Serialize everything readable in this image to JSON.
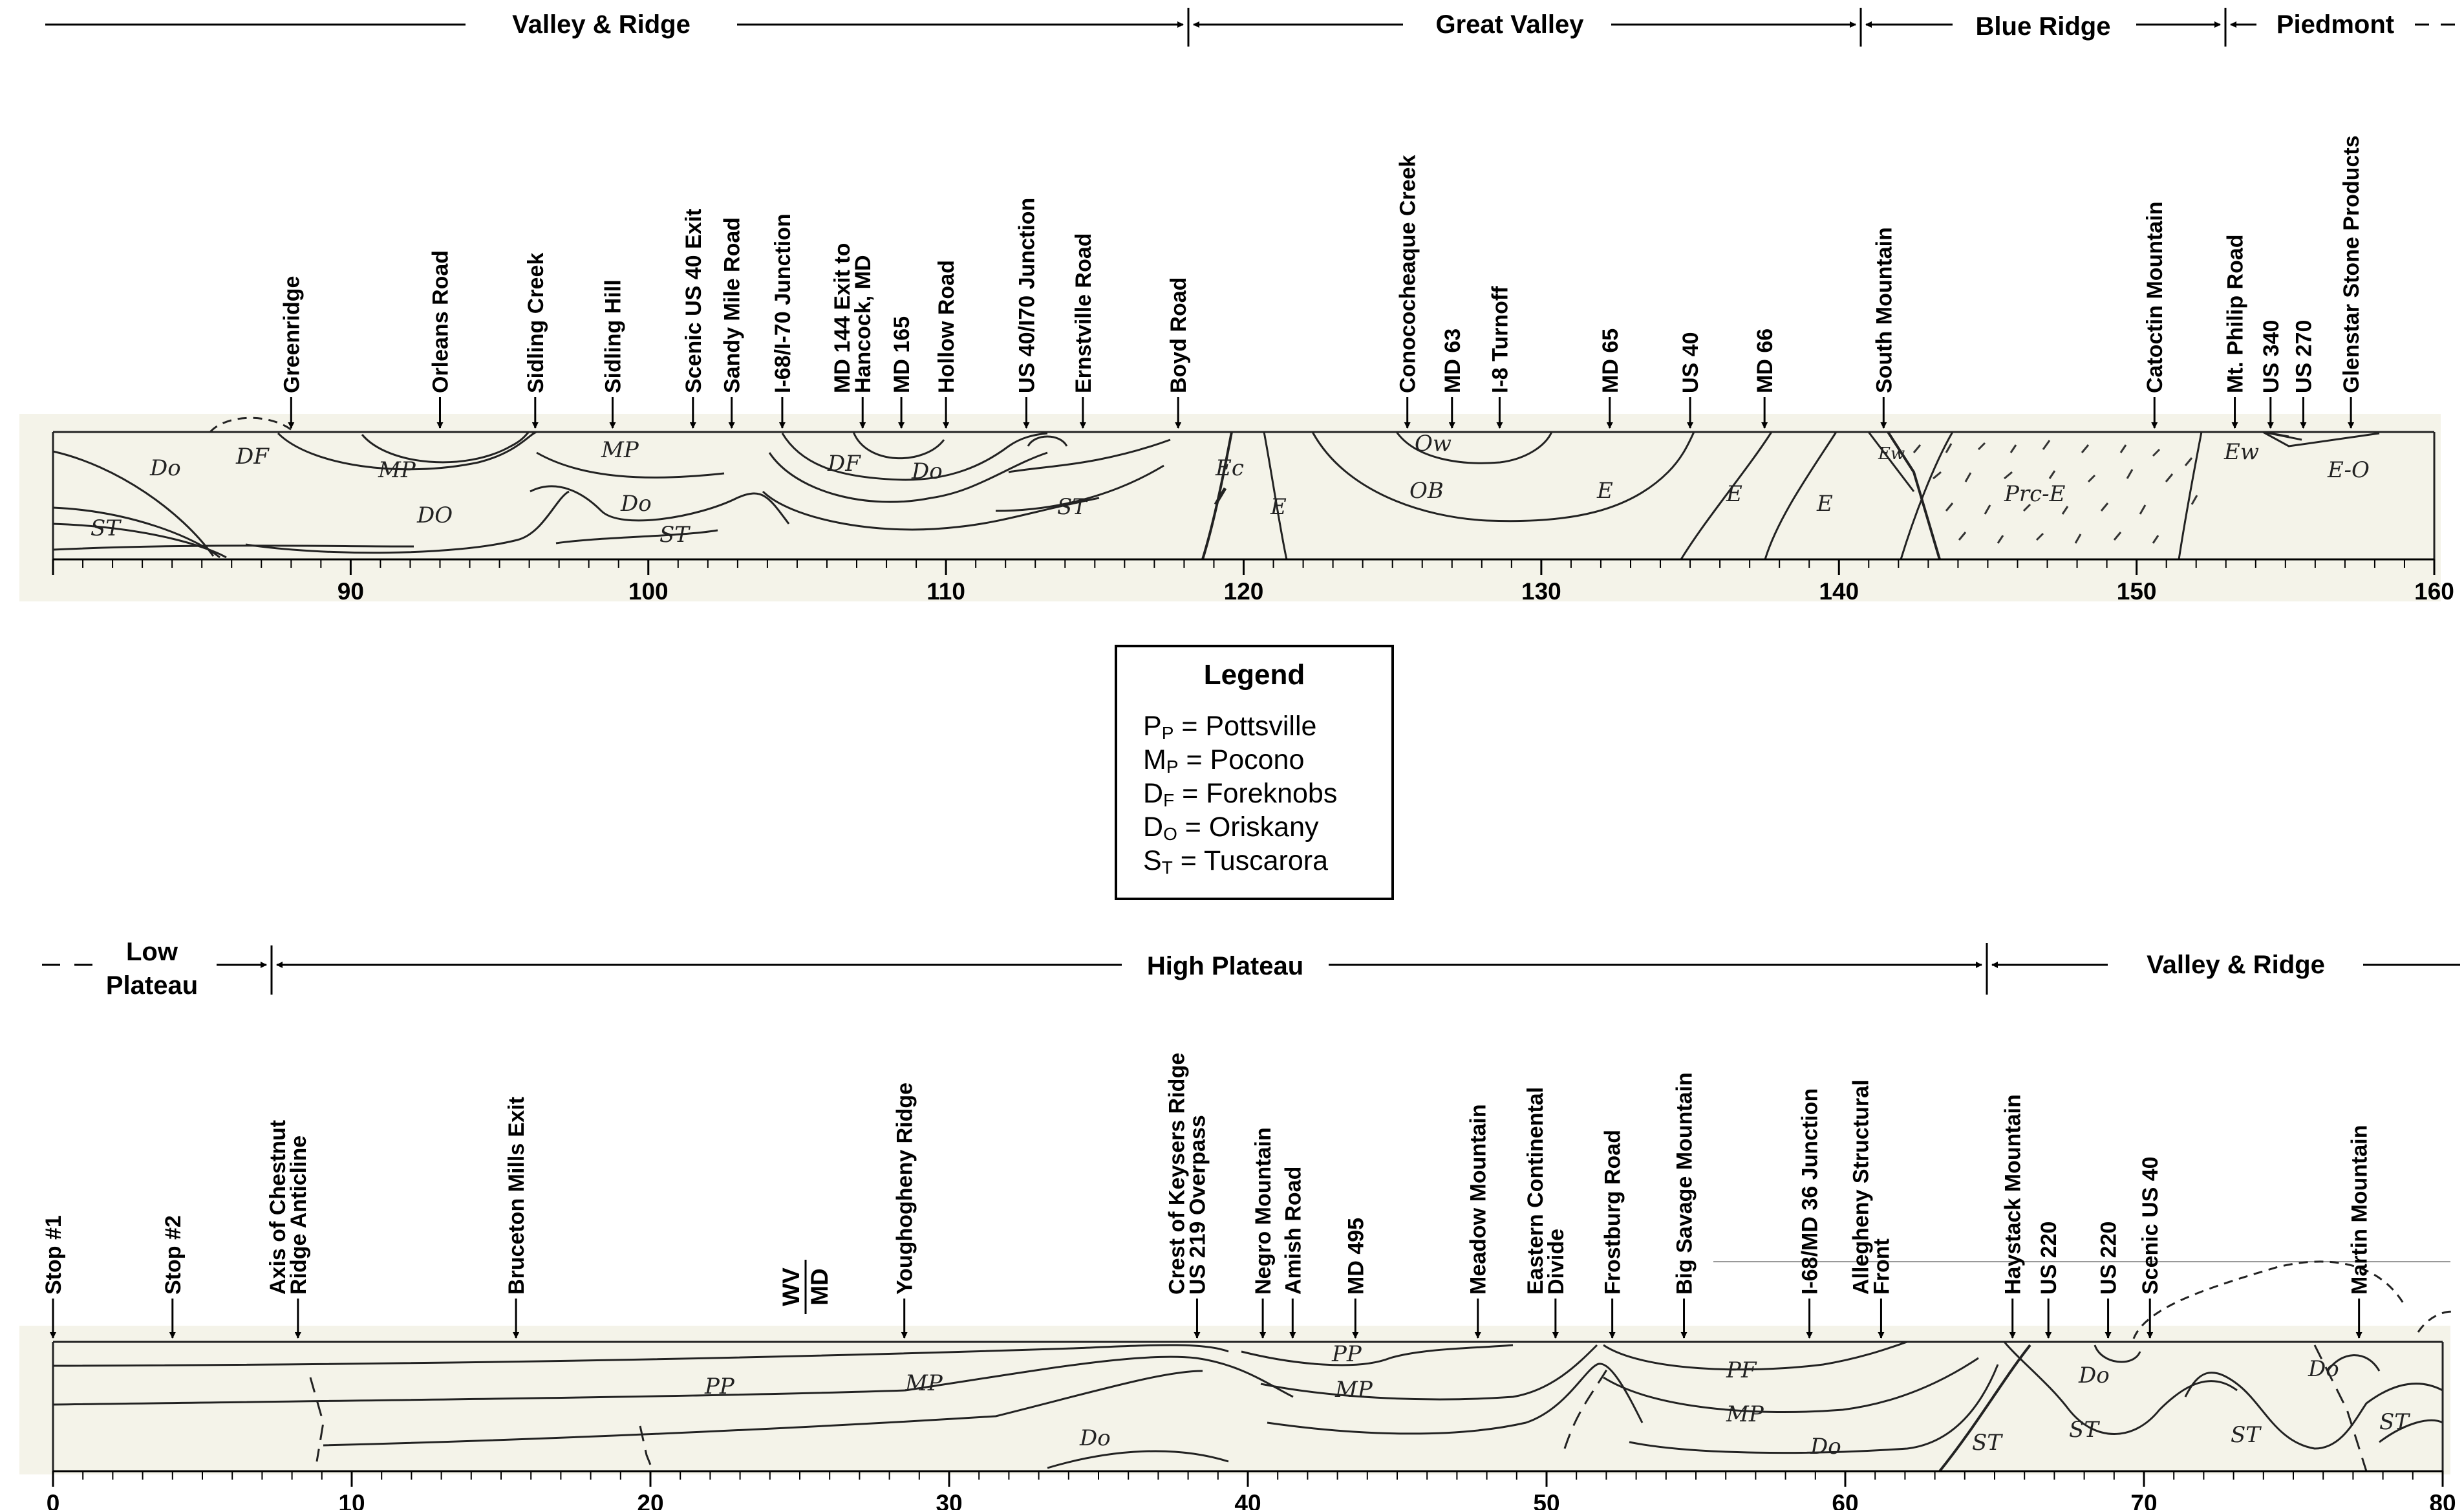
{
  "top_panel": {
    "provinces": [
      "Valley & Ridge",
      "Great Valley",
      "Blue Ridge",
      "Piedmont"
    ],
    "places": [
      {
        "label": "Greenridge",
        "mile": 88
      },
      {
        "label": "Orleans Road",
        "mile": 93
      },
      {
        "label": "Sidling Creek",
        "mile": 96.2
      },
      {
        "label": "Sidling Hill",
        "mile": 98.8
      },
      {
        "label": "Scenic US 40 Exit",
        "mile": 101.5
      },
      {
        "label": "Sandy Mile Road",
        "mile": 102.8
      },
      {
        "label": "I-68/I-70 Junction",
        "mile": 104.5
      },
      {
        "label": "MD 144 Exit to",
        "mile": 107.2
      },
      {
        "label": "Hancock, MD",
        "mile": 107.2
      },
      {
        "label": "MD 165",
        "mile": 108.5
      },
      {
        "label": "Hollow Road",
        "mile": 110
      },
      {
        "label": "US 40/I70 Junction",
        "mile": 112.7
      },
      {
        "label": "Ernstville Road",
        "mile": 114.6
      },
      {
        "label": "Boyd Road",
        "mile": 117.8
      },
      {
        "label": "Conococheaque Creek",
        "mile": 125.5
      },
      {
        "label": "MD 63",
        "mile": 127
      },
      {
        "label": "I-8 Turnoff",
        "mile": 128.6
      },
      {
        "label": "MD 65",
        "mile": 132.3
      },
      {
        "label": "US 40",
        "mile": 135
      },
      {
        "label": "MD 66",
        "mile": 137.5
      },
      {
        "label": "South Mountain",
        "mile": 141.5
      },
      {
        "label": "Catoctin Mountain",
        "mile": 150.6
      },
      {
        "label": "Mt. Philip Road",
        "mile": 153.3
      },
      {
        "label": "US 340",
        "mile": 154.5
      },
      {
        "label": "US 270",
        "mile": 155.6
      },
      {
        "label": "Glenstar Stone Products",
        "mile": 157.2
      }
    ],
    "axis": {
      "min": 80,
      "max": 160,
      "ticks": [
        "90",
        "100",
        "110",
        "120",
        "130",
        "140",
        "150",
        "160"
      ]
    },
    "unit_labels": [
      "Do",
      "DF",
      "MP",
      "MP",
      "DO",
      "Do",
      "ST",
      "ST",
      "DF",
      "Do",
      "ST",
      "Ec",
      "E",
      "Ow",
      "OB",
      "E",
      "E",
      "E",
      "Ew",
      "Prc-E",
      "Ew",
      "E-O"
    ]
  },
  "legend": {
    "title": "Legend",
    "rows": [
      {
        "symbol": "P",
        "sub": "P",
        "name": "Pottsville"
      },
      {
        "symbol": "M",
        "sub": "P",
        "name": "Pocono"
      },
      {
        "symbol": "D",
        "sub": "F",
        "name": "Foreknobs"
      },
      {
        "symbol": "D",
        "sub": "O",
        "name": "Oriskany"
      },
      {
        "symbol": "S",
        "sub": "T",
        "name": "Tuscarora"
      }
    ]
  },
  "bottom_panel": {
    "provinces": [
      "Low",
      "Plateau",
      "High Plateau",
      "Valley & Ridge"
    ],
    "places": [
      {
        "label": "Stop #1",
        "mile": 0
      },
      {
        "label": "Stop #2",
        "mile": 4
      },
      {
        "label": "Axis of Chestnut",
        "mile": 8.2
      },
      {
        "label": "Ridge Anticline",
        "mile": 8.2
      },
      {
        "label": "Bruceton Mills Exit",
        "mile": 15.5
      },
      {
        "label": "Youghogheny Ridge",
        "mile": 28.5
      },
      {
        "label": "Crest of Keysers Ridge",
        "mile": 38.3
      },
      {
        "label": "US 219 Overpass",
        "mile": 38.3
      },
      {
        "label": "Negro Mountain",
        "mile": 40.5
      },
      {
        "label": "Amish Road",
        "mile": 41.5
      },
      {
        "label": "MD 495",
        "mile": 43.6
      },
      {
        "label": "Meadow Mountain",
        "mile": 47.7
      },
      {
        "label": "Eastern Continental",
        "mile": 50.3
      },
      {
        "label": "Divide",
        "mile": 50.3
      },
      {
        "label": "Frostburg Road",
        "mile": 52.2
      },
      {
        "label": "Big Savage Mountain",
        "mile": 54.6
      },
      {
        "label": "I-68/MD 36 Junction",
        "mile": 58.8
      },
      {
        "label": "Allegheny Structural",
        "mile": 61.2
      },
      {
        "label": "Front",
        "mile": 61.2
      },
      {
        "label": "Haystack Mountain",
        "mile": 65.6
      },
      {
        "label": "US 220",
        "mile": 66.8
      },
      {
        "label": "US 220",
        "mile": 68.8
      },
      {
        "label": "Scenic US 40",
        "mile": 70.2
      },
      {
        "label": "Martin Mountain",
        "mile": 77.2
      }
    ],
    "state_line": {
      "top": "WV",
      "bottom": "MD"
    },
    "axis": {
      "min": 0,
      "max": 80,
      "ticks": [
        "0",
        "10",
        "20",
        "30",
        "40",
        "50",
        "60",
        "70",
        "80"
      ]
    },
    "unit_labels": [
      "PP",
      "MP",
      "Do",
      "PP",
      "MP",
      "PF",
      "MP",
      "Do",
      "ST",
      "Do",
      "ST",
      "ST",
      "Do",
      "ST"
    ]
  }
}
